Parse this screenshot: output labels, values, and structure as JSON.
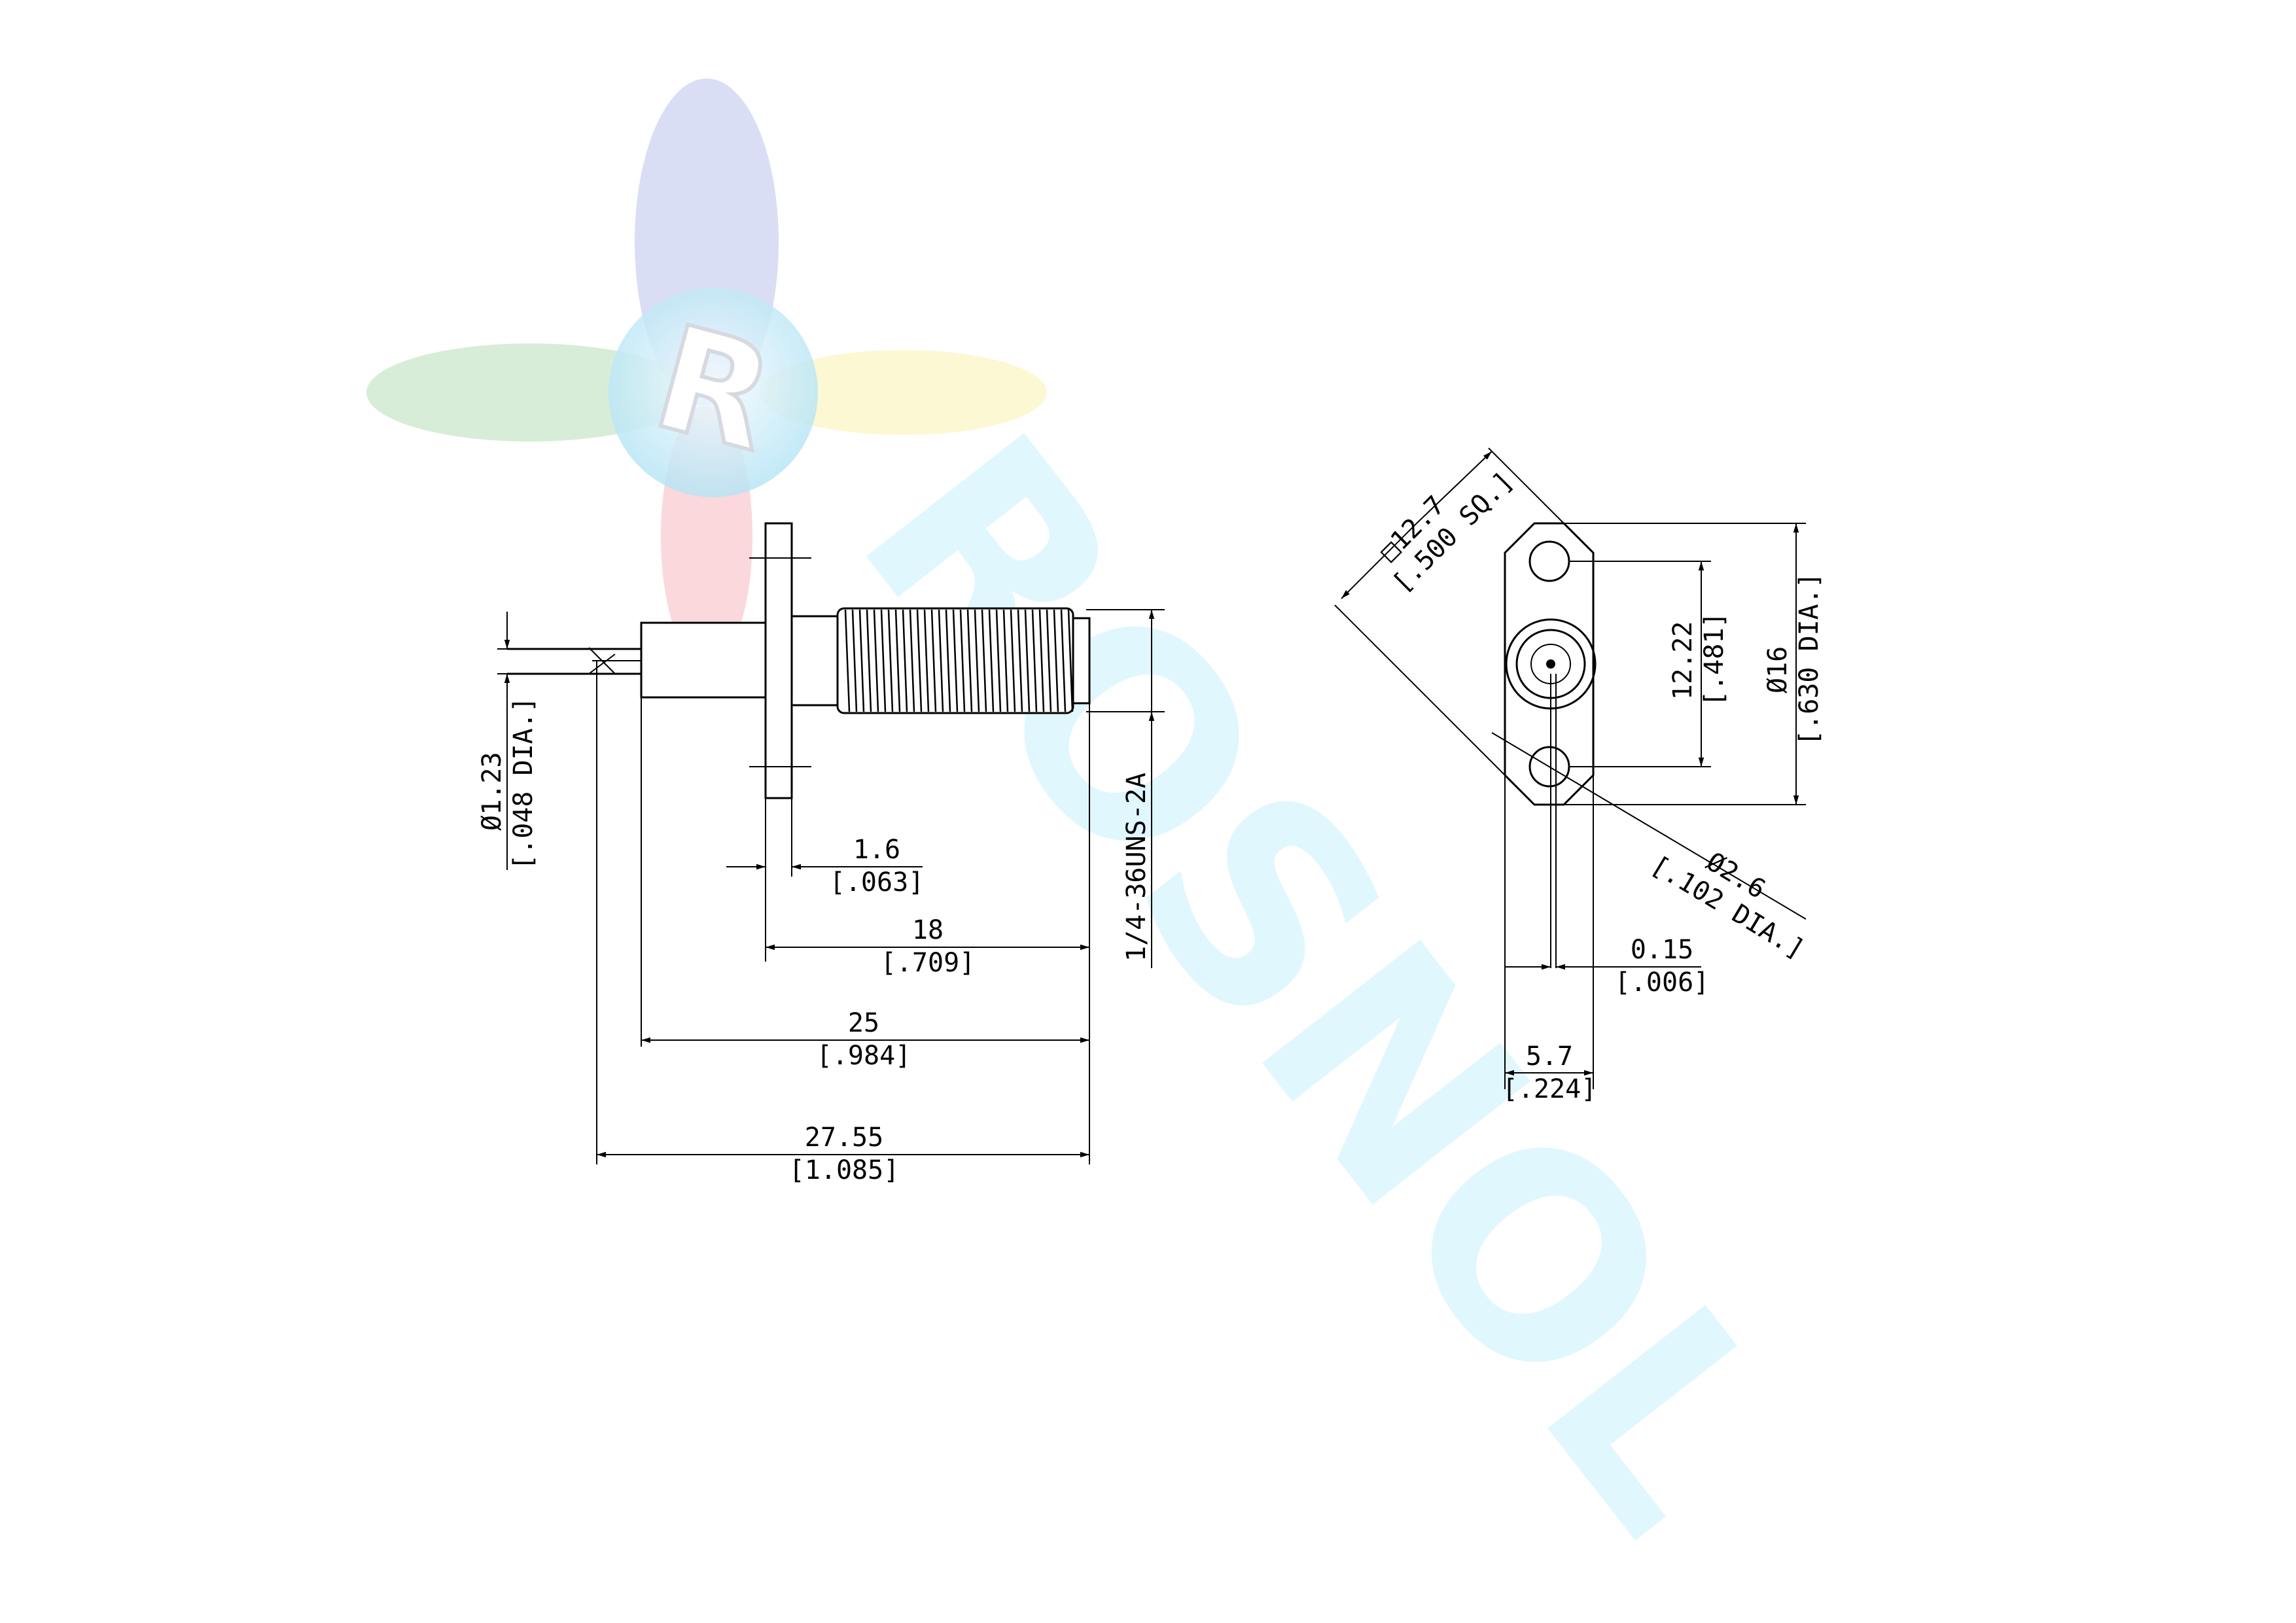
{
  "watermark": {
    "logo_letter": "R",
    "text": "ROSNOL",
    "colors": {
      "blue": "#8f9ee0",
      "green": "#8fd08f",
      "yellow": "#f6ee8a",
      "red": "#f08f9a",
      "cyan": "#bfeefa"
    }
  },
  "side_view": {
    "pin_diameter": {
      "value": "Ø1.23",
      "imperial": "[.048 DIA.]"
    },
    "thread_spec": "1/4-36UNS-2A",
    "flange_thickness": {
      "value": "1.6",
      "imperial": "[.063]"
    },
    "flange_to_end": {
      "value": "18",
      "imperial": "[.709]"
    },
    "body_length": {
      "value": "25",
      "imperial": "[.984]"
    },
    "overall_length": {
      "value": "27.55",
      "imperial": "[1.085]"
    }
  },
  "front_view": {
    "square": {
      "value": "□12.7",
      "imperial": "[.500 SQ.]"
    },
    "hole_spacing": {
      "value": "12.22",
      "imperial": "[.481]"
    },
    "flange_diameter": {
      "value": "Ø16",
      "imperial": "[.630 DIA.]"
    },
    "hole_diameter": {
      "value": "Ø2.6",
      "imperial": "[.102 DIA.]"
    },
    "pin_offset": {
      "value": "0.15",
      "imperial": "[.006]"
    },
    "flange_width": {
      "value": "5.7",
      "imperial": "[.224]"
    }
  }
}
